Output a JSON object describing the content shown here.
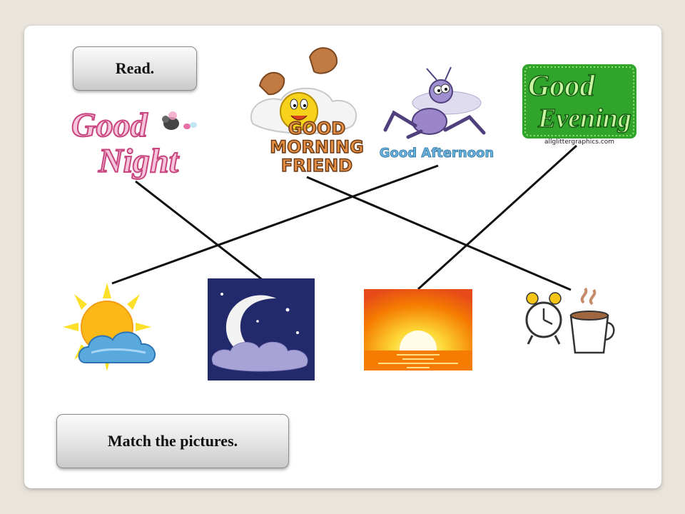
{
  "instructions": {
    "read_label": "Read.",
    "match_label": "Match the pictures."
  },
  "greetings": [
    {
      "id": "good-night",
      "line1": "Good",
      "line2": "Night"
    },
    {
      "id": "good-morning",
      "line1": "GOOD",
      "line2": "MORNING",
      "line3": "FRIEND"
    },
    {
      "id": "good-afternoon",
      "text": "Good Afternoon"
    },
    {
      "id": "good-evening",
      "line1": "Good",
      "line2": "Evening",
      "credit": "allglittergraphics.com"
    }
  ],
  "pictures": [
    {
      "id": "sun-cloud",
      "icon": "sun-behind-cloud-icon"
    },
    {
      "id": "moon-night",
      "icon": "crescent-moon-icon"
    },
    {
      "id": "sunset",
      "icon": "sunset-over-sea-icon"
    },
    {
      "id": "alarm-coffee",
      "icon": "alarm-clock-and-coffee-icon"
    }
  ],
  "matches": [
    {
      "greeting": "good-night",
      "picture": "moon-night"
    },
    {
      "greeting": "good-morning",
      "picture": "alarm-coffee"
    },
    {
      "greeting": "good-afternoon",
      "picture": "sun-cloud"
    },
    {
      "greeting": "good-evening",
      "picture": "sunset"
    }
  ],
  "colors": {
    "background": "#e9e4dc",
    "card": "#ffffff",
    "line": "#111111"
  }
}
